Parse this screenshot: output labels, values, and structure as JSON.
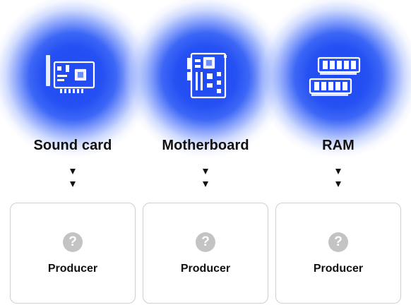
{
  "components": [
    {
      "title": "Sound card",
      "icon": "sound-card-icon",
      "card": {
        "status_icon": "question-icon",
        "status_symbol": "?",
        "label": "Producer"
      }
    },
    {
      "title": "Motherboard",
      "icon": "motherboard-icon",
      "card": {
        "status_icon": "question-icon",
        "status_symbol": "?",
        "label": "Producer"
      }
    },
    {
      "title": "RAM",
      "icon": "ram-icon",
      "card": {
        "status_icon": "question-icon",
        "status_symbol": "?",
        "label": "Producer"
      }
    }
  ],
  "colors": {
    "glow": "#2550f3",
    "text": "#111111",
    "card_border": "#cfcfcf",
    "question_badge": "#c3c3c3"
  }
}
